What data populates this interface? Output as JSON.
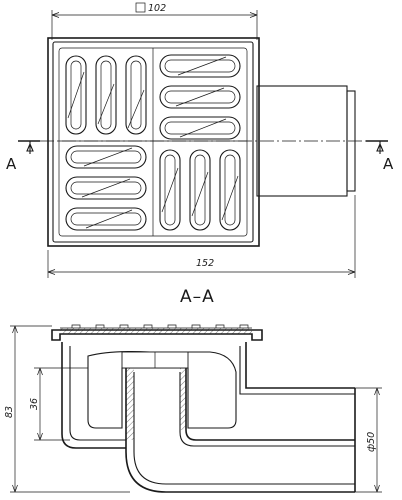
{
  "dimensions": {
    "grate_square": "102",
    "total_length": "152",
    "height": "83",
    "water_seal": "36",
    "outlet_diameter": "ф50",
    "square_symbol": "square-symbol-icon"
  },
  "section": {
    "title": "А–А",
    "left_marker": "А",
    "right_marker": "А"
  },
  "colors": {
    "line": "#1a1a1a",
    "paper": "#ffffff"
  }
}
